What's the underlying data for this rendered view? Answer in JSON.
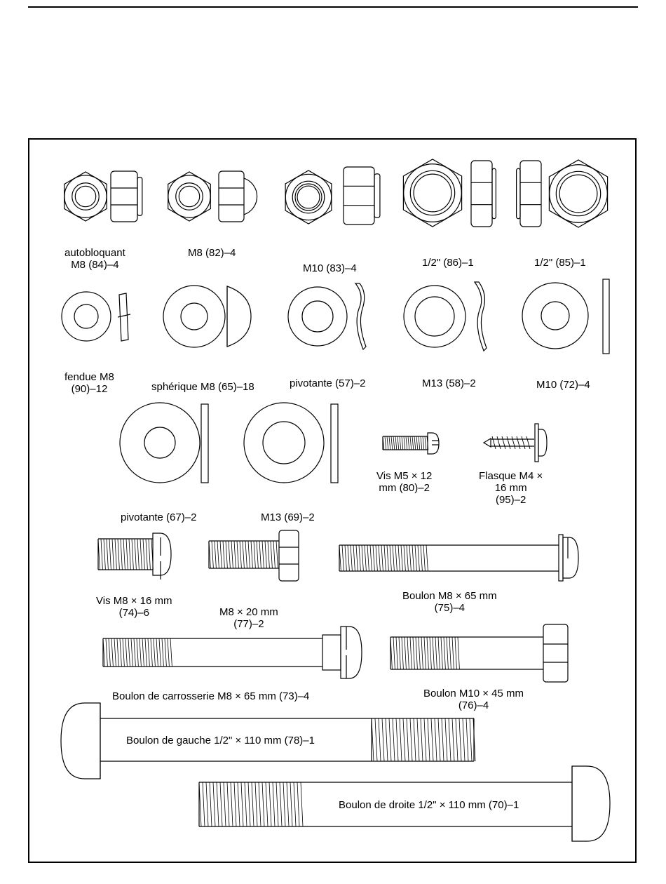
{
  "hardware": {
    "nuts": [
      {
        "id": "nut-84",
        "label": "autobloquant\nM8 (84)–4"
      },
      {
        "id": "nut-82",
        "label": "M8 (82)–4"
      },
      {
        "id": "nut-83",
        "label": "M10 (83)–4"
      },
      {
        "id": "nut-86",
        "label": "1/2\" (86)–1"
      },
      {
        "id": "nut-85",
        "label": "1/2\" (85)–1"
      }
    ],
    "washers_row1": [
      {
        "id": "washer-90",
        "label": "fendue M8\n(90)–12"
      },
      {
        "id": "washer-65",
        "label": "sphérique M8 (65)–18"
      },
      {
        "id": "washer-57",
        "label": "pivotante (57)–2"
      },
      {
        "id": "washer-58",
        "label": "M13 (58)–2"
      },
      {
        "id": "washer-72",
        "label": "M10 (72)–4"
      }
    ],
    "row3": [
      {
        "id": "washer-67",
        "label": "pivotante (67)–2"
      },
      {
        "id": "washer-69",
        "label": "M13 (69)–2"
      },
      {
        "id": "screw-80",
        "label": "Vis M5 × 12\nmm (80)–2"
      },
      {
        "id": "screw-95",
        "label": "Flasque M4 ×\n16 mm\n(95)–2"
      }
    ],
    "bolts": [
      {
        "id": "screw-74",
        "label": "Vis M8 × 16 mm\n(74)–6"
      },
      {
        "id": "bolt-77",
        "label": "M8 × 20 mm\n(77)–2"
      },
      {
        "id": "bolt-75",
        "label": "Boulon M8 × 65 mm\n(75)–4"
      },
      {
        "id": "bolt-73",
        "label": "Boulon de carrosserie M8 × 65 mm (73)–4"
      },
      {
        "id": "bolt-76",
        "label": "Boulon M10 × 45 mm\n(76)–4"
      },
      {
        "id": "bolt-78",
        "label": "Boulon de gauche 1/2\" × 110 mm (78)–1"
      },
      {
        "id": "bolt-70",
        "label": "Boulon de droite 1/2\" × 110 mm (70)–1"
      }
    ]
  }
}
